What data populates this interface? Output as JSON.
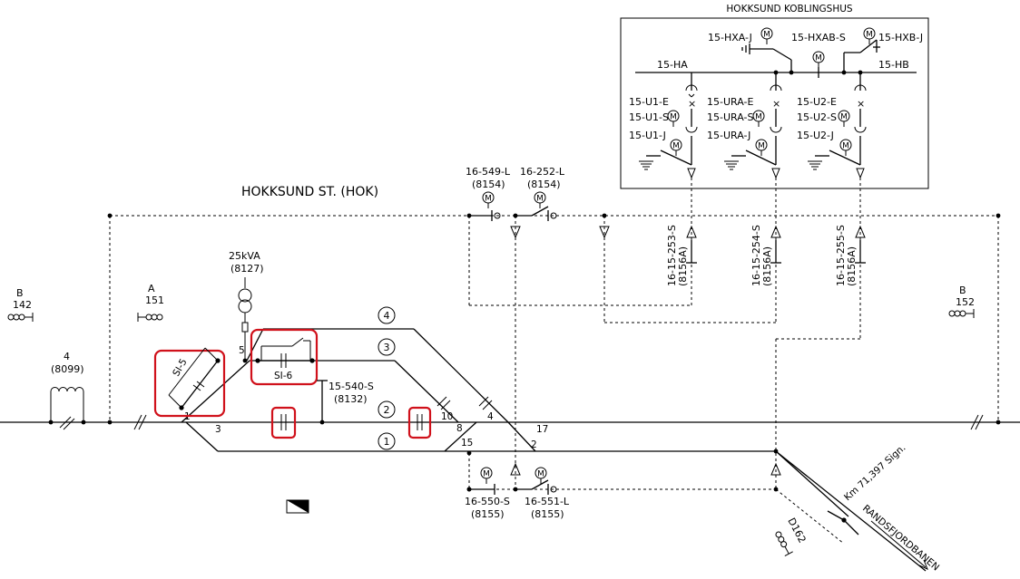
{
  "title": "HOKKSUND ST. (HOK)",
  "building": {
    "title": "HOKKSUND KOBLINGSHUS",
    "switches": [
      "15-HXA-J",
      "15-HXAB-S",
      "15-HXB-J"
    ],
    "buses": [
      "15-HA",
      "15-HB"
    ],
    "feeder_1": [
      "15-U1-E",
      "15-U1-S",
      "15-U1-J"
    ],
    "feeder_ura": [
      "15-URA-E",
      "15-URA-S",
      "15-URA-J"
    ],
    "feeder_2": [
      "15-U2-E",
      "15-U2-S",
      "15-U2-J"
    ]
  },
  "breakers": [
    {
      "id": "16-549-L",
      "code": "(8154)"
    },
    {
      "id": "16-252-L",
      "code": "(8154)"
    },
    {
      "id": "16-550-S",
      "code": "(8155)"
    },
    {
      "id": "16-551-L",
      "code": "(8155)"
    }
  ],
  "vertical_switches": [
    {
      "id": "16-15-253-S",
      "code": "(8156A)"
    },
    {
      "id": "16-15-254-S",
      "code": "(8156A)"
    },
    {
      "id": "16-15-255-S",
      "code": "(8156A)"
    }
  ],
  "transformer": {
    "rating": "25kVA",
    "code": "(8127)"
  },
  "switch_540": {
    "id": "15-540-S",
    "code": "(8132)"
  },
  "signals": [
    {
      "letter": "B",
      "number": "142"
    },
    {
      "letter": "A",
      "number": "151"
    },
    {
      "letter": "B",
      "number": "152"
    },
    {
      "letter": "D162",
      "number": ""
    }
  ],
  "coil": {
    "number": "4",
    "code": "(8099)"
  },
  "tracks": [
    "4",
    "3",
    "2",
    "1"
  ],
  "points": [
    "1",
    "3",
    "5",
    "10",
    "8",
    "4",
    "17",
    "15",
    "2"
  ],
  "section_insulators": [
    "SI-5",
    "SI-6"
  ],
  "km_label": "Km 71,397 Sign.",
  "line_label": "RANDSFJORDBANEN",
  "motor_symbol": "M",
  "highlight_color": "#d0111b"
}
